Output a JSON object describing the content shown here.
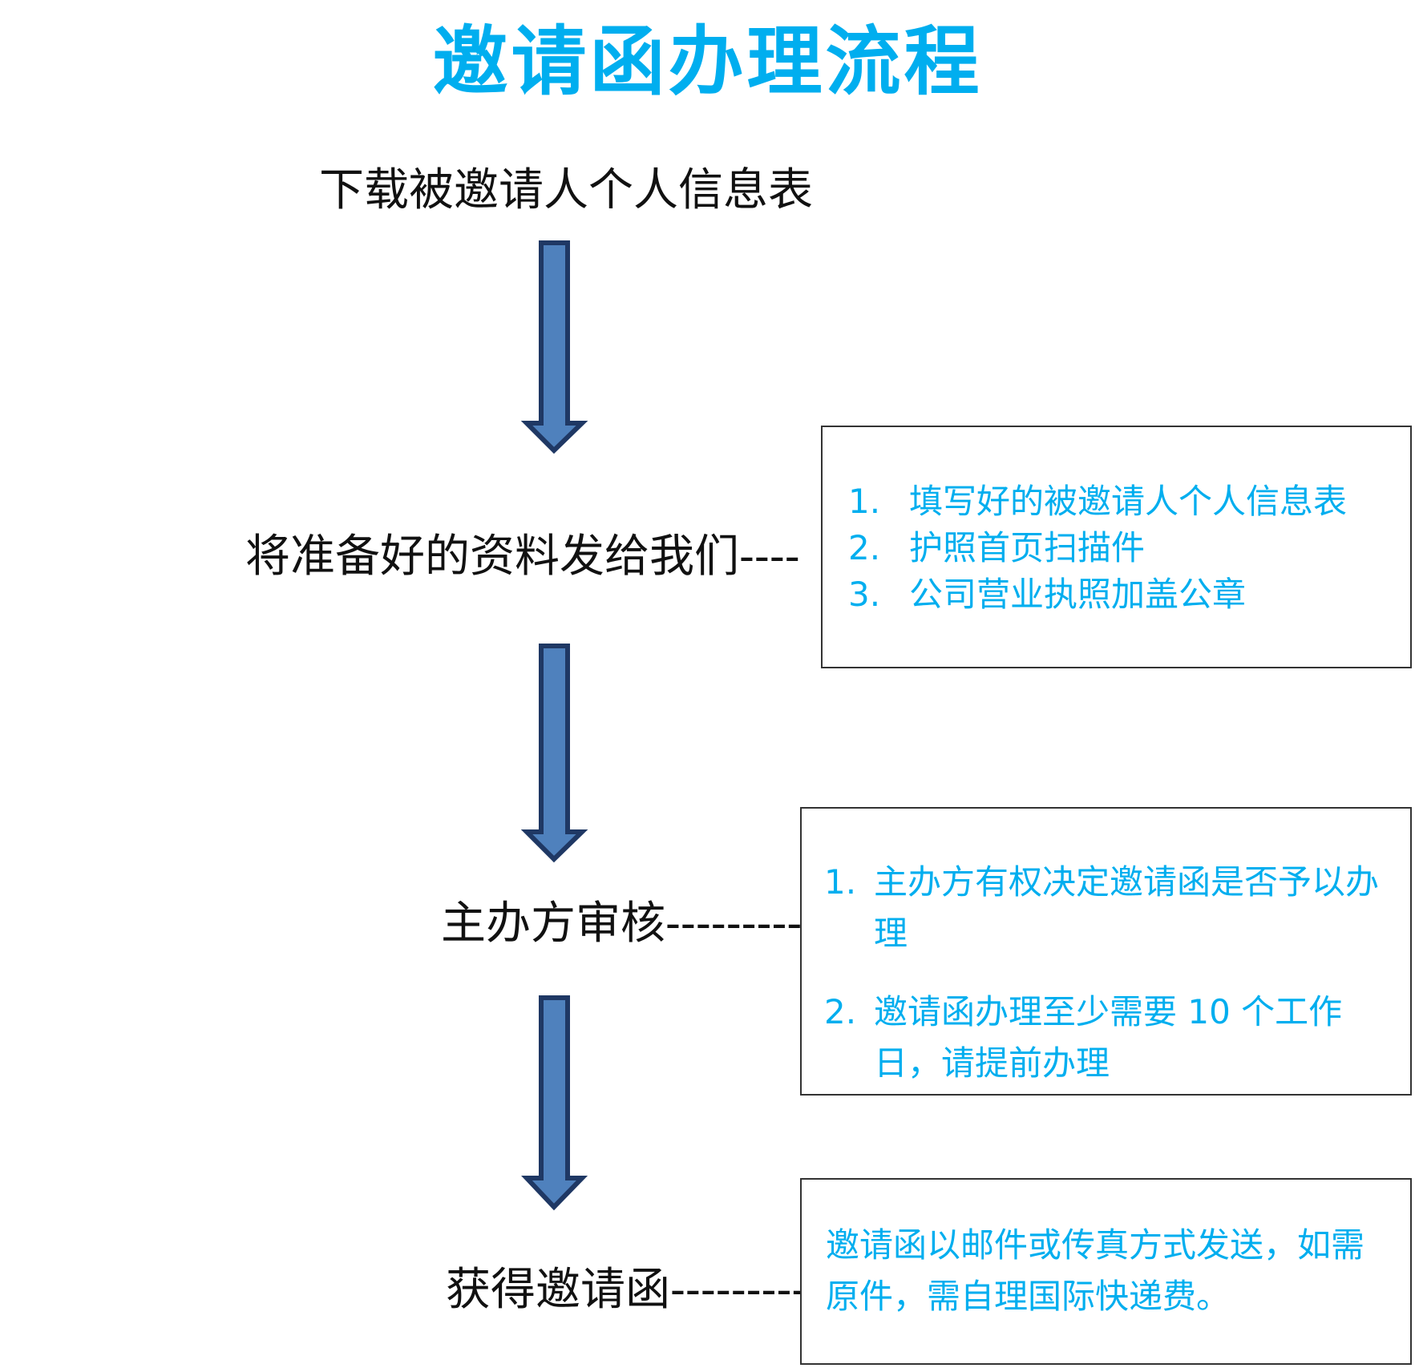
{
  "title": "邀请函办理流程",
  "steps": {
    "download": "下载被邀请人个人信息表",
    "send": "将准备好的资料发给我们",
    "review": "主办方审核",
    "receive": "获得邀请函"
  },
  "connectors": {
    "send": "----",
    "review": "-----------",
    "receive": "----------"
  },
  "notes": {
    "materials": {
      "items": [
        {
          "num": "1.",
          "text": "填写好的被邀请人个人信息表"
        },
        {
          "num": "2.",
          "text": "护照首页扫描件"
        },
        {
          "num": "3.",
          "text": "公司营业执照加盖公章"
        }
      ]
    },
    "review": {
      "items": [
        {
          "num": "1.",
          "text": "主办方有权决定邀请函是否予以办理"
        },
        {
          "num": "2.",
          "text": "邀请函办理至少需要 10 个工作日，请提前办理"
        }
      ]
    },
    "delivery": {
      "text": "邀请函以邮件或传真方式发送，如需原件，需自理国际快递费。"
    }
  },
  "colors": {
    "title": "#00aeef",
    "note_text": "#00aeef",
    "arrow_fill": "#4f81bd",
    "arrow_stroke": "#1f3864"
  }
}
